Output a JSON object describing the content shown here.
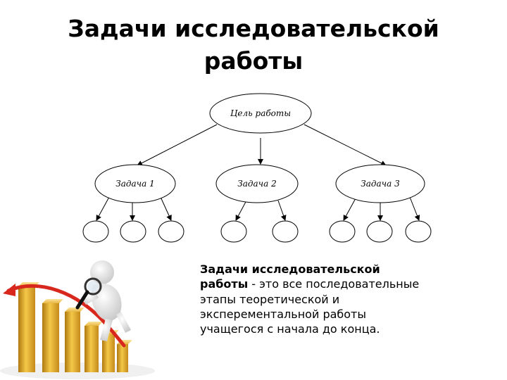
{
  "title": {
    "line1": "Задачи исследовательской",
    "line2": "работы"
  },
  "diagram": {
    "root": "Цель работы",
    "tasks": [
      "Задача 1",
      "Задача 2",
      "Задача 3"
    ]
  },
  "definition": {
    "term_line1": "Задачи исследовательской",
    "term_line2": "работы",
    "text_line1": " - это все последовательные",
    "text_line2": "этапы теоретической и",
    "text_line3": "эксперементальной работы",
    "text_line4": "учащегося с начала до конца."
  },
  "illustration": {
    "icon": "growth-chart-with-magnifier-figure-icon",
    "bar_color": "#e0a526",
    "arrow_color": "#d8281e",
    "figure_color": "#e8e8e8"
  }
}
